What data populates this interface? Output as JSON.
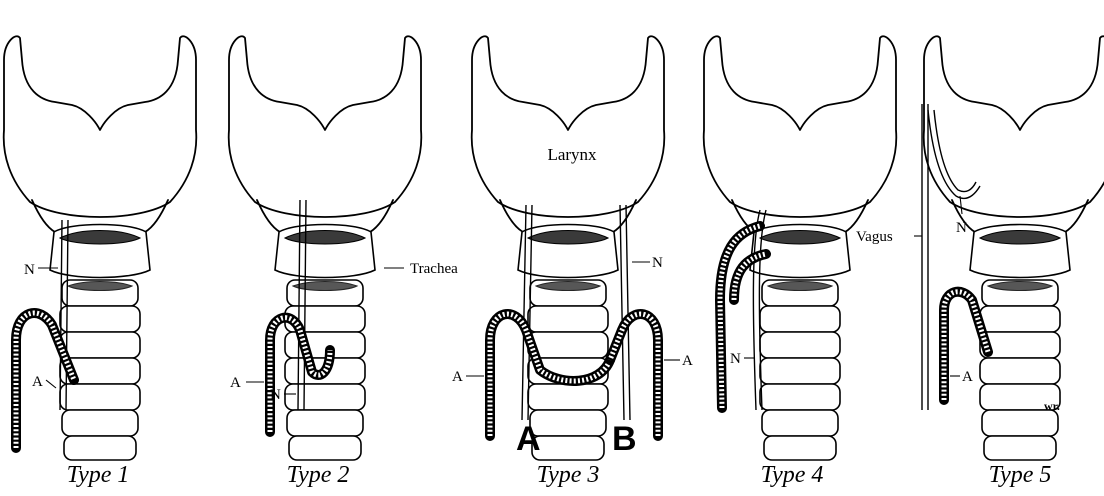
{
  "panels": [
    {
      "caption": "Type 1",
      "labels": {
        "nerve": "N",
        "artery": "A"
      }
    },
    {
      "caption": "Type 2",
      "labels": {
        "trachea": "Trachea",
        "artery": "A",
        "nerve": "N"
      }
    },
    {
      "caption": "Type 3",
      "labels": {
        "larynx": "Larynx",
        "nerve": "N",
        "artery_left": "A",
        "artery_right": "A",
        "letter_a": "A",
        "letter_b": "B"
      }
    },
    {
      "caption": "Type 4",
      "labels": {
        "nerve": "N"
      }
    },
    {
      "caption": "Type 5",
      "labels": {
        "vagus": "Vagus",
        "nerve": "N",
        "artery": "A"
      }
    }
  ],
  "signature": "wr."
}
